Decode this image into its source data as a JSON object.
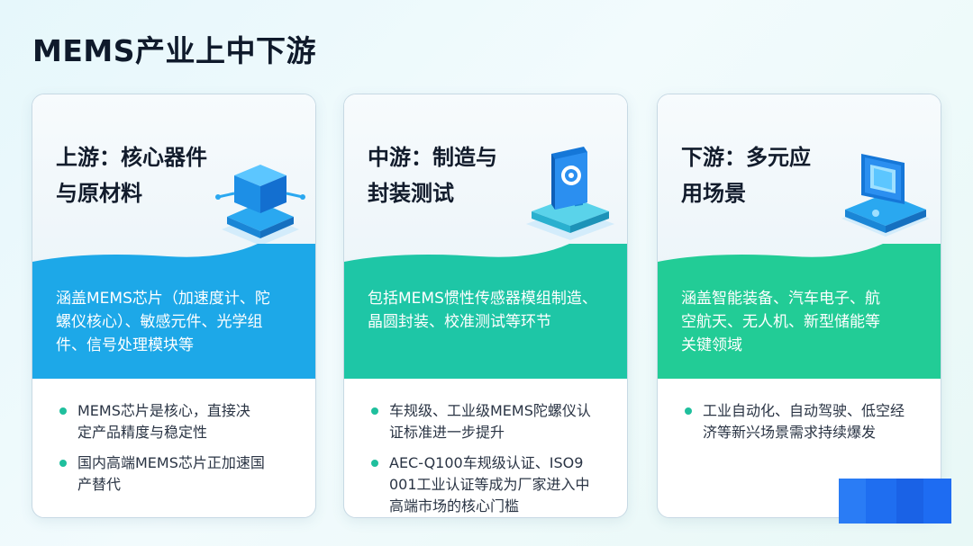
{
  "page": {
    "title": "MEMS产业上中下游"
  },
  "cards": [
    {
      "title_line1": "上游：核心器件",
      "title_line2": "与原材料",
      "band_color": "#1da8e8",
      "band_text_line1": "涵盖MEMS芯片（加速度计、陀",
      "band_text_line2": "螺仪核心）、敏感元件、光学组",
      "band_text_line3": "件、信号处理模块等",
      "bullets": [
        {
          "line1": "MEMS芯片是核心，直接决",
          "line2": "定产品精度与稳定性",
          "line3": ""
        },
        {
          "line1": "国内高端MEMS芯片正加速国",
          "line2": "产替代",
          "line3": ""
        }
      ],
      "icon": "chip-cube-icon"
    },
    {
      "title_line1": "中游：制造与",
      "title_line2": "封装测试",
      "band_color": "#1ec6a6",
      "band_text_line1": "包括MEMS惯性传感器模组制造、",
      "band_text_line2": "晶圆封装、校准测试等环节",
      "band_text_line3": "",
      "bullets": [
        {
          "line1": "车规级、工业级MEMS陀螺仪认",
          "line2": "证标准进一步提升",
          "line3": ""
        },
        {
          "line1": "AEC-Q100车规级认证、ISO9",
          "line2": "001工业认证等成为厂家进入中",
          "line3": "高端市场的核心门槛"
        }
      ],
      "icon": "test-station-icon"
    },
    {
      "title_line1": "下游：多元应",
      "title_line2": "用场景",
      "band_color": "#22cc96",
      "band_text_line1": "涵盖智能装备、汽车电子、航",
      "band_text_line2": "空航天、无人机、新型储能等",
      "band_text_line3": "关键领域",
      "bullets": [
        {
          "line1": "工业自动化、自动驾驶、低空经",
          "line2": "济等新兴场景需求持续爆发",
          "line3": ""
        }
      ],
      "icon": "monitor-device-icon"
    }
  ],
  "colors": {
    "bullet_dot": "#1fbf9d",
    "title": "#0f1a2b",
    "accent_blue": "#1e6ff0"
  }
}
